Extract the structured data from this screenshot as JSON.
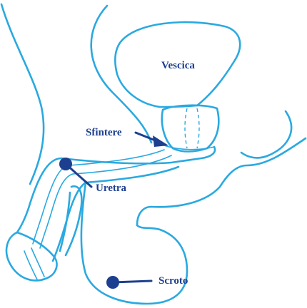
{
  "labels": {
    "vescica": "Vescica",
    "sfintere": "Sfintere",
    "uretra": "Uretra",
    "scroto": "Scroto"
  },
  "colors": {
    "outline": "#2aa9e0",
    "ink": "#1d3f8f",
    "background": "#ffffff"
  },
  "icons": {
    "pointer": "arrow-icon",
    "marker": "dot-marker-icon"
  }
}
